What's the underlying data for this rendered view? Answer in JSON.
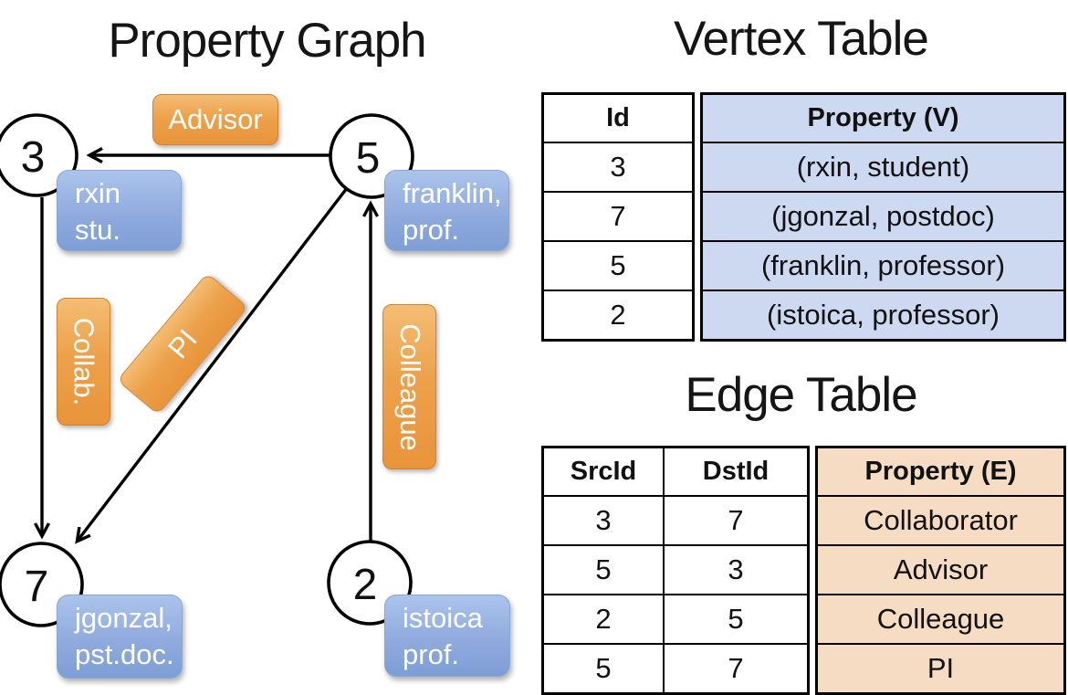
{
  "graph": {
    "title": "Property Graph",
    "nodes": [
      {
        "id": "3",
        "line1": "rxin",
        "line2": "stu."
      },
      {
        "id": "5",
        "line1": "franklin,",
        "line2": "prof."
      },
      {
        "id": "7",
        "line1": "jgonzal,",
        "line2": "pst.doc."
      },
      {
        "id": "2",
        "line1": "istoica",
        "line2": "prof."
      }
    ],
    "edge_labels": {
      "advisor": "Advisor",
      "collab": "Collab.",
      "pi": "PI",
      "colleague": "Colleague"
    }
  },
  "vertex_table": {
    "title": "Vertex Table",
    "columns": [
      "Id",
      "Property (V)"
    ],
    "rows": [
      [
        "3",
        "(rxin, student)"
      ],
      [
        "7",
        "(jgonzal, postdoc)"
      ],
      [
        "5",
        "(franklin, professor)"
      ],
      [
        "2",
        "(istoica, professor)"
      ]
    ]
  },
  "edge_table": {
    "title": "Edge Table",
    "columns": [
      "SrcId",
      "DstId",
      "Property (E)"
    ],
    "rows": [
      [
        "3",
        "7",
        "Collaborator"
      ],
      [
        "5",
        "3",
        "Advisor"
      ],
      [
        "2",
        "5",
        "Colleague"
      ],
      [
        "5",
        "7",
        "PI"
      ]
    ]
  },
  "colors": {
    "edge_label_box": "#eda14b",
    "vertex_label_box": "#90abdd",
    "vertex_property_col": "#ccd9f0",
    "edge_property_col": "#f6dcc2",
    "line": "#000000"
  }
}
